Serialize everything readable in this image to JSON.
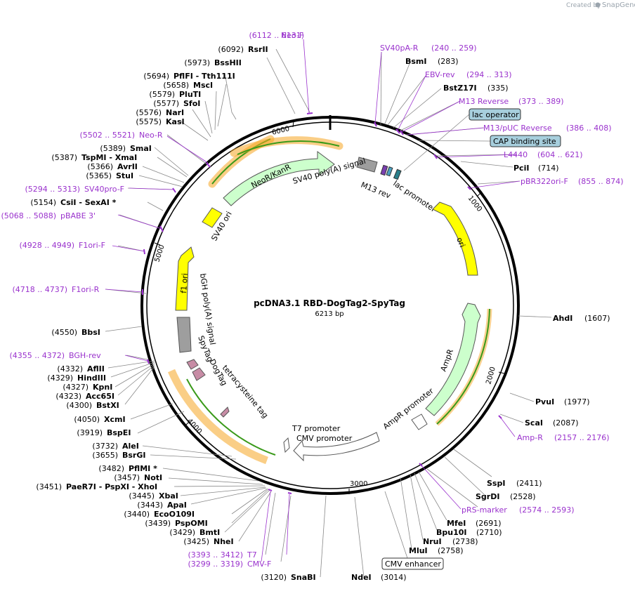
{
  "credit": {
    "prefix": "Created by",
    "brand": "SnapGene"
  },
  "plasmid": {
    "name": "pcDNA3.1 RBD-DogTag2-SpyTag",
    "size": "6213 bp"
  },
  "ticks": [
    "1000",
    "2000",
    "3000",
    "4000",
    "5000",
    "6000"
  ],
  "sites": [
    {
      "pos": "(6112 .. 6131)",
      "name": "Neo-F",
      "primer": true
    },
    {
      "pos": "(6092)",
      "name": "RsrII"
    },
    {
      "pos": "(5973)",
      "name": "BssHII"
    },
    {
      "pos": "(5694)",
      "name": "PflFI  - Tth111I"
    },
    {
      "pos": "(5658)",
      "name": "MscI"
    },
    {
      "pos": "(5579)",
      "name": "PluTI"
    },
    {
      "pos": "(5577)",
      "name": "SfoI"
    },
    {
      "pos": "(5576)",
      "name": "NarI"
    },
    {
      "pos": "(5575)",
      "name": "KasI"
    },
    {
      "pos": "(5502 .. 5521)",
      "name": "Neo-R",
      "primer": true
    },
    {
      "pos": "(5389)",
      "name": "SmaI"
    },
    {
      "pos": "(5387)",
      "name": "TspMI  - XmaI"
    },
    {
      "pos": "(5366)",
      "name": "AvrII"
    },
    {
      "pos": "(5365)",
      "name": "StuI"
    },
    {
      "pos": "(5294 .. 5313)",
      "name": "SV40pro-F",
      "primer": true
    },
    {
      "pos": "(5154)",
      "name": "CsiI  - SexAI *"
    },
    {
      "pos": "(5068 .. 5088)",
      "name": "pBABE 3'",
      "primer": true
    },
    {
      "pos": "(4928 .. 4949)",
      "name": "F1ori-F",
      "primer": true
    },
    {
      "pos": "(4718 .. 4737)",
      "name": "F1ori-R",
      "primer": true
    },
    {
      "pos": "(4550)",
      "name": "BbsI"
    },
    {
      "pos": "(4355 .. 4372)",
      "name": "BGH-rev",
      "primer": true
    },
    {
      "pos": "(4332)",
      "name": "AflII"
    },
    {
      "pos": "(4329)",
      "name": "HindIII"
    },
    {
      "pos": "(4327)",
      "name": "KpnI"
    },
    {
      "pos": "(4323)",
      "name": "Acc65I"
    },
    {
      "pos": "(4300)",
      "name": "BstXI"
    },
    {
      "pos": "(4050)",
      "name": "XcmI"
    },
    {
      "pos": "(3919)",
      "name": "BspEI"
    },
    {
      "pos": "(3732)",
      "name": "AleI"
    },
    {
      "pos": "(3655)",
      "name": "BsrGI"
    },
    {
      "pos": "(3482)",
      "name": "PflMI *"
    },
    {
      "pos": "(3457)",
      "name": "NotI"
    },
    {
      "pos": "(3451)",
      "name": "PaeR7I  - PspXI  - XhoI"
    },
    {
      "pos": "(3445)",
      "name": "XbaI"
    },
    {
      "pos": "(3443)",
      "name": "ApaI"
    },
    {
      "pos": "(3440)",
      "name": "EcoO109I"
    },
    {
      "pos": "(3439)",
      "name": "PspOMI"
    },
    {
      "pos": "(3429)",
      "name": "BmtI"
    },
    {
      "pos": "(3425)",
      "name": "NheI"
    },
    {
      "pos": "(3393 .. 3412)",
      "name": "T7",
      "primer": true
    },
    {
      "pos": "(3299 .. 3319)",
      "name": "CMV-F",
      "primer": true
    },
    {
      "pos": "(3120)",
      "name": "SnaBI"
    },
    {
      "pos": "(3014)",
      "name": "NdeI"
    },
    {
      "pos": "(240 .. 259)",
      "name": "SV40pA-R",
      "primer": true
    },
    {
      "pos": "(283)",
      "name": "BsmI"
    },
    {
      "pos": "(294 .. 313)",
      "name": "EBV-rev",
      "primer": true
    },
    {
      "pos": "(335)",
      "name": "BstZ17I"
    },
    {
      "pos": "(373 .. 389)",
      "name": "M13 Reverse",
      "primer": true
    },
    {
      "pos": "(386 .. 408)",
      "name": "M13/pUC Reverse",
      "primer": true
    },
    {
      "pos": "(604 .. 621)",
      "name": "L4440",
      "primer": true
    },
    {
      "pos": "(714)",
      "name": "PciI"
    },
    {
      "pos": "(855 .. 874)",
      "name": "pBR322ori-F",
      "primer": true
    },
    {
      "pos": "(1607)",
      "name": "AhdI"
    },
    {
      "pos": "(1977)",
      "name": "PvuI"
    },
    {
      "pos": "(2087)",
      "name": "ScaI"
    },
    {
      "pos": "(2157 .. 2176)",
      "name": "Amp-R",
      "primer": true
    },
    {
      "pos": "(2411)",
      "name": "SspI"
    },
    {
      "pos": "(2528)",
      "name": "SgrDI"
    },
    {
      "pos": "(2574 .. 2593)",
      "name": "pRS-marker",
      "primer": true
    },
    {
      "pos": "(2691)",
      "name": "MfeI"
    },
    {
      "pos": "(2710)",
      "name": "Bpu10I"
    },
    {
      "pos": "(2738)",
      "name": "NruI"
    },
    {
      "pos": "(2758)",
      "name": "MluI"
    }
  ],
  "boxed_features": [
    "lac operator",
    "CAP binding site",
    "CMV enhancer"
  ],
  "features": [
    "NeoR/KanR",
    "SV40 poly(A) signal",
    "M13 rev",
    "lac promoter",
    "ori",
    "AmpR",
    "AmpR promoter",
    "SV40 ori",
    "f1 ori",
    "bGH poly(A) signal",
    "SpyTag",
    "DogTag",
    "tetracysteine tag",
    "T7 promoter",
    "CMV promoter"
  ],
  "colors": {
    "primer": "#9a32cd",
    "ori": "#ffff00",
    "resistance": "#ccffcc",
    "boxed": "#a7cfdd",
    "orange_band": "#f5a623",
    "green_band": "#3a9a1a",
    "gray_feature": "#9e9e9e",
    "tag": "#c78ca5"
  }
}
